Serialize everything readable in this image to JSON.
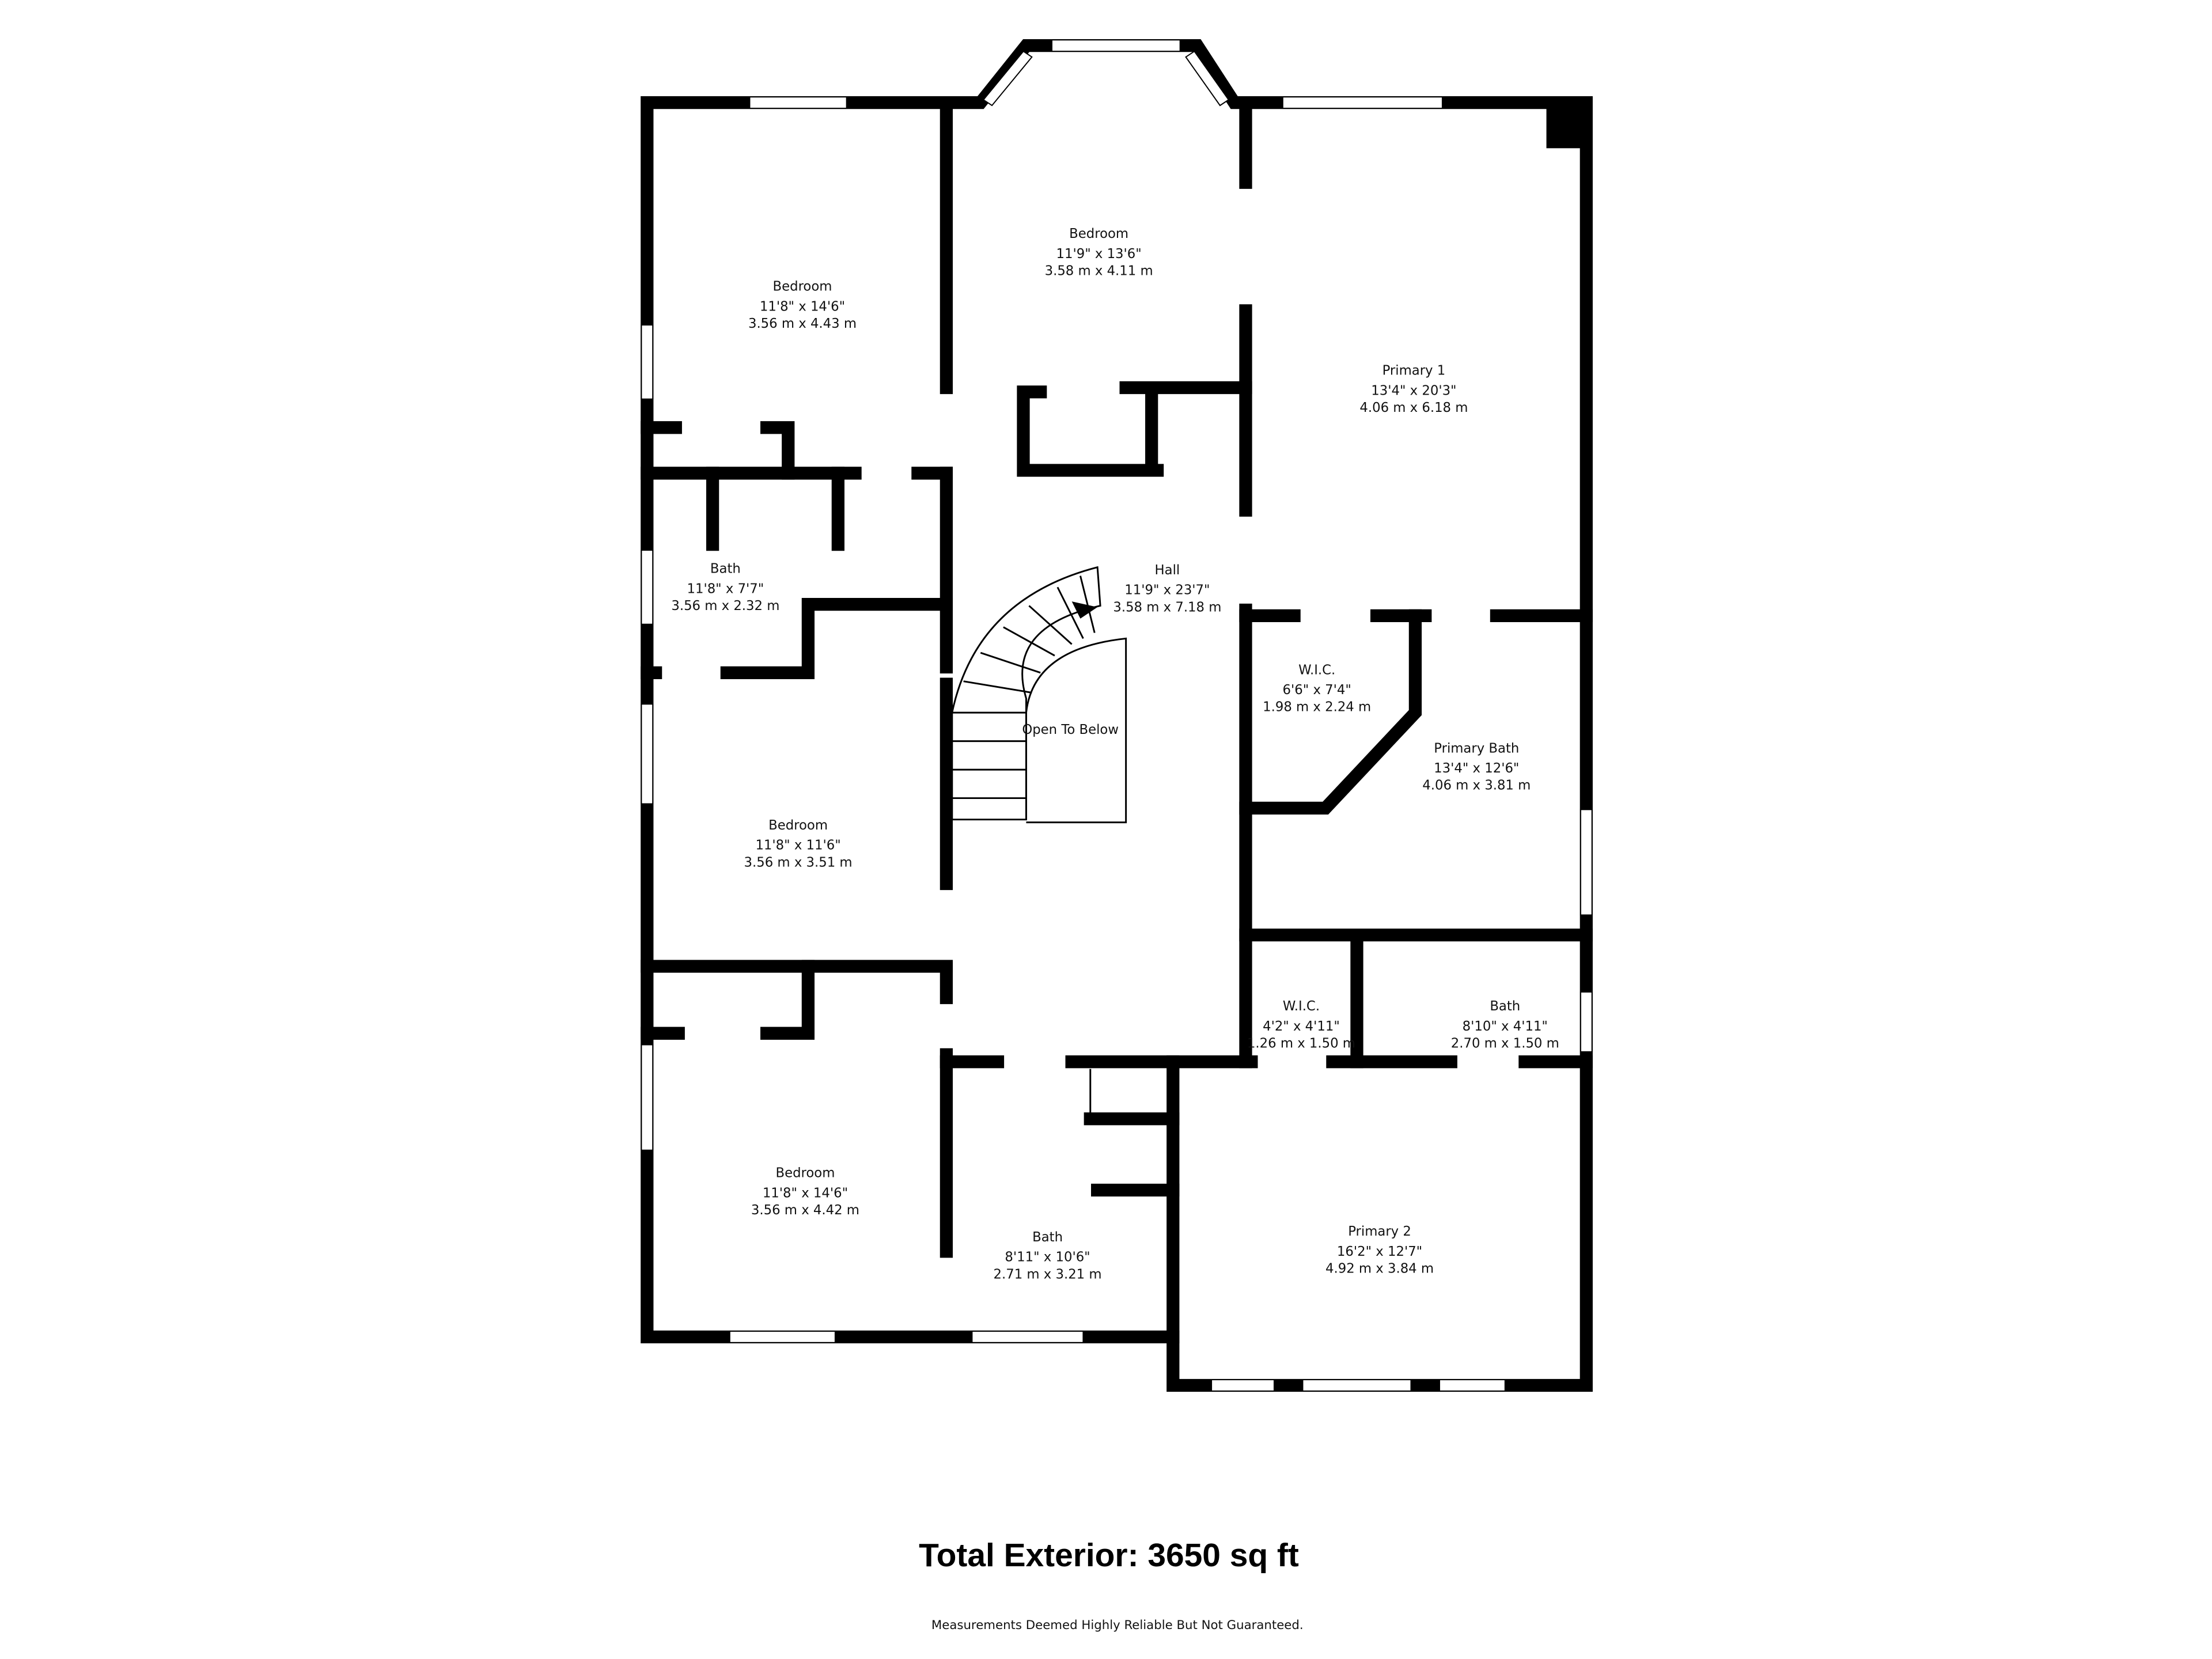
{
  "rooms": [
    {
      "name": "Bedroom",
      "imperial": "11'8\" x 14'6\"",
      "metric": "3.56 m x 4.43 m"
    },
    {
      "name": "Bedroom",
      "imperial": "11'9\" x 13'6\"",
      "metric": "3.58 m x 4.11 m"
    },
    {
      "name": "Primary 1",
      "imperial": "13'4\" x 20'3\"",
      "metric": "4.06 m x 6.18 m"
    },
    {
      "name": "Bath",
      "imperial": "11'8\" x 7'7\"",
      "metric": "3.56 m x 2.32 m"
    },
    {
      "name": "Hall",
      "imperial": "11'9\" x 23'7\"",
      "metric": "3.58 m x 7.18 m"
    },
    {
      "name": "W.I.C.",
      "imperial": "6'6\" x 7'4\"",
      "metric": "1.98 m x 2.24 m"
    },
    {
      "name": "Primary Bath",
      "imperial": "13'4\" x 12'6\"",
      "metric": "4.06 m x 3.81 m"
    },
    {
      "name": "Bedroom",
      "imperial": "11'8\" x 11'6\"",
      "metric": "3.56 m x 3.51 m"
    },
    {
      "name": "W.I.C.",
      "imperial": "4'2\" x 4'11\"",
      "metric": "1.26 m x 1.50 m"
    },
    {
      "name": "Bath",
      "imperial": "8'10\" x 4'11\"",
      "metric": "2.70 m x 1.50 m"
    },
    {
      "name": "Bedroom",
      "imperial": "11'8\" x 14'6\"",
      "metric": "3.56 m x 4.42 m"
    },
    {
      "name": "Bath",
      "imperial": "8'11\" x 10'6\"",
      "metric": "2.71 m x 3.21 m"
    },
    {
      "name": "Primary 2",
      "imperial": "16'2\" x 12'7\"",
      "metric": "4.92 m x 3.84 m"
    }
  ],
  "open_to_below": "Open To Below",
  "total_exterior": "Total Exterior: 3650 sq ft",
  "disclaimer": "Measurements Deemed Highly Reliable But Not Guaranteed."
}
